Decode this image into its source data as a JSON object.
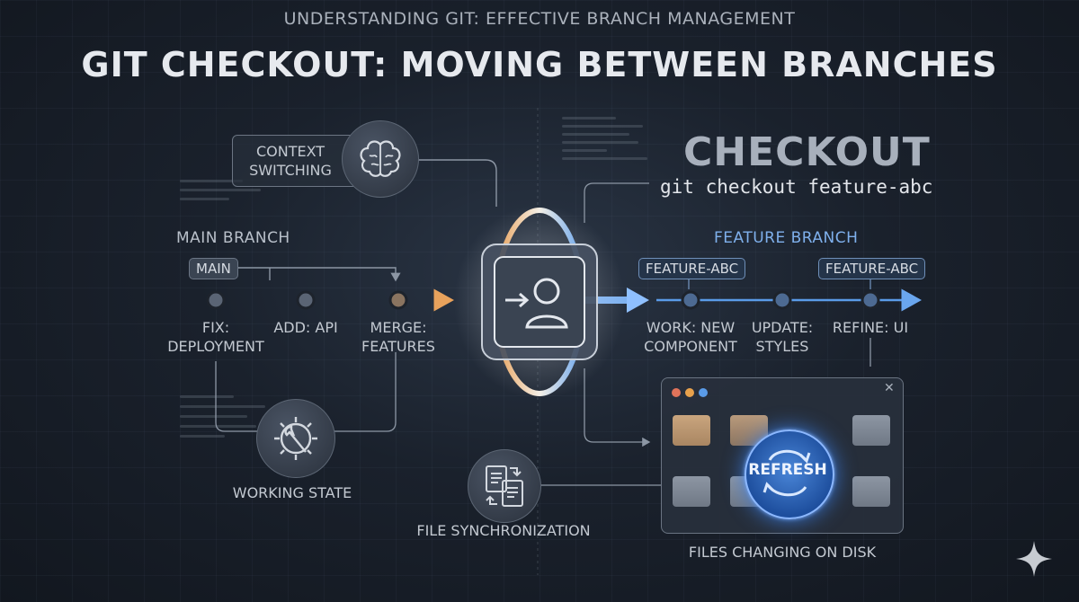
{
  "header": {
    "subtitle": "UNDERSTANDING GIT: EFFECTIVE BRANCH MANAGEMENT",
    "title": "GIT CHECKOUT: MOVING BETWEEN BRANCHES"
  },
  "context": {
    "line1": "CONTEXT",
    "line2": "SWITCHING",
    "icon": "brain-icon"
  },
  "checkout": {
    "word": "CHECKOUT",
    "command": "git checkout feature-abc"
  },
  "main_branch": {
    "label": "MAIN BRANCH",
    "tag": "MAIN",
    "commits": [
      {
        "line1": "FIX:",
        "line2": "DEPLOYMENT"
      },
      {
        "line1": "ADD: API",
        "line2": ""
      },
      {
        "line1": "MERGE:",
        "line2": "FEATURES"
      }
    ]
  },
  "feature_branch": {
    "label": "FEATURE BRANCH",
    "tags": [
      "FEATURE-ABC",
      "FEATURE-ABC"
    ],
    "commits": [
      {
        "line1": "WORK: NEW",
        "line2": "COMPONENT"
      },
      {
        "line1": "UPDATE:",
        "line2": "STYLES"
      },
      {
        "line1": "REFINE: UI",
        "line2": ""
      }
    ]
  },
  "working_state": {
    "label": "WORKING STATE",
    "icon": "gear-wrench-icon"
  },
  "file_sync": {
    "label": "FILE SYNCHRONIZATION",
    "icon": "files-sync-icon"
  },
  "files_window": {
    "refresh": "REFRESH",
    "caption": "FILES CHANGING ON DISK",
    "dot_colors": [
      "#e0735a",
      "#e8a14c",
      "#5a9be8"
    ]
  },
  "colors": {
    "main_accent": "#e8a25c",
    "feature_accent": "#5a9be8"
  }
}
